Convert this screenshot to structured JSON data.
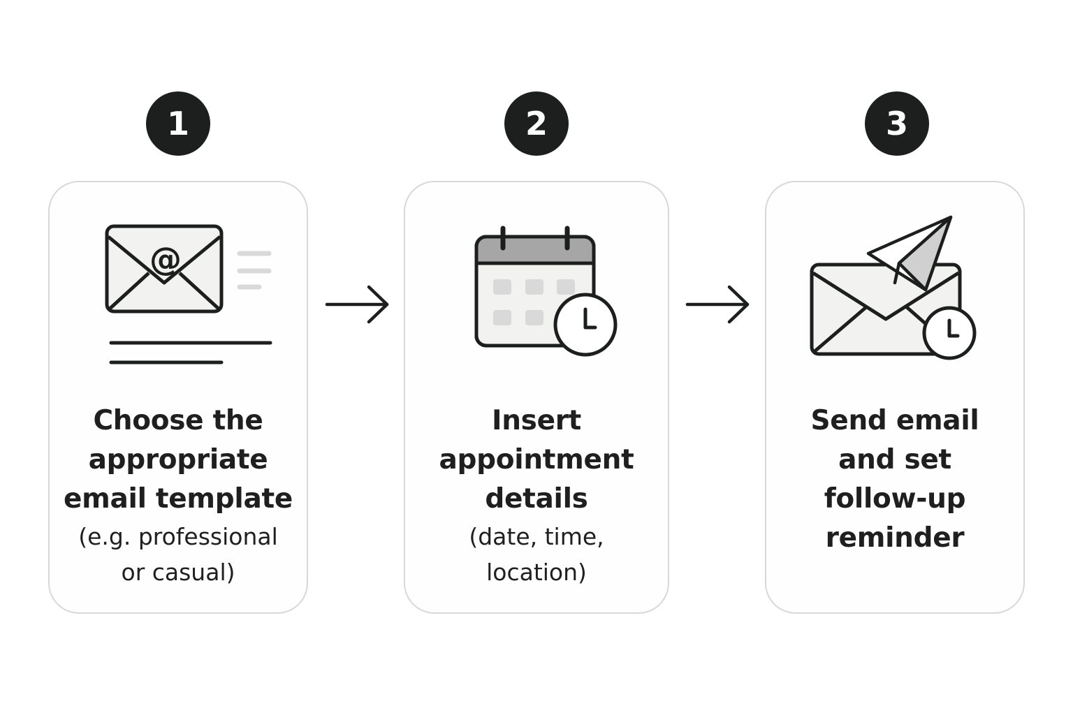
{
  "steps": [
    {
      "number": "1",
      "icon": "email-template-icon",
      "title_lines": [
        "Choose the",
        "appropriate",
        "email template"
      ],
      "detail_lines": [
        "(e.g. professional",
        "or casual)"
      ]
    },
    {
      "number": "2",
      "icon": "calendar-clock-icon",
      "title_lines": [
        "Insert",
        "appointment",
        "details"
      ],
      "detail_lines": [
        "(date, time,",
        "location)"
      ]
    },
    {
      "number": "3",
      "icon": "send-email-reminder-icon",
      "title_lines": [
        "Send email",
        "and set",
        "follow-up",
        "reminder"
      ],
      "detail_lines": []
    }
  ],
  "connectors": [
    "arrow-right-icon",
    "arrow-right-icon"
  ],
  "colors": {
    "badge": "#1d1f1f",
    "card_border": "#d8d8d8",
    "icon_stroke": "#1d1f1f",
    "icon_fill": "#f2f2f0",
    "accent_grey": "#a6a6a6",
    "light_grey": "#d9d9d9"
  }
}
